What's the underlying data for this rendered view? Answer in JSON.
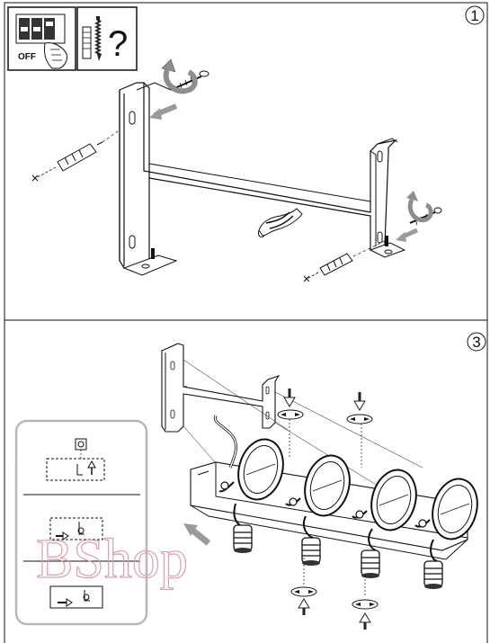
{
  "step_1": {
    "number": "1"
  },
  "step_3": {
    "number": "3"
  },
  "switch_icon": {
    "label": "OFF"
  },
  "tools_icon": {
    "symbol": "?"
  },
  "watermark": {
    "text": "BShop"
  },
  "colors": {
    "line": "#111111",
    "arrow_gray": "#9a9a9a",
    "inset_border": "#b8b8b8",
    "watermark": "#d9a2a8"
  }
}
